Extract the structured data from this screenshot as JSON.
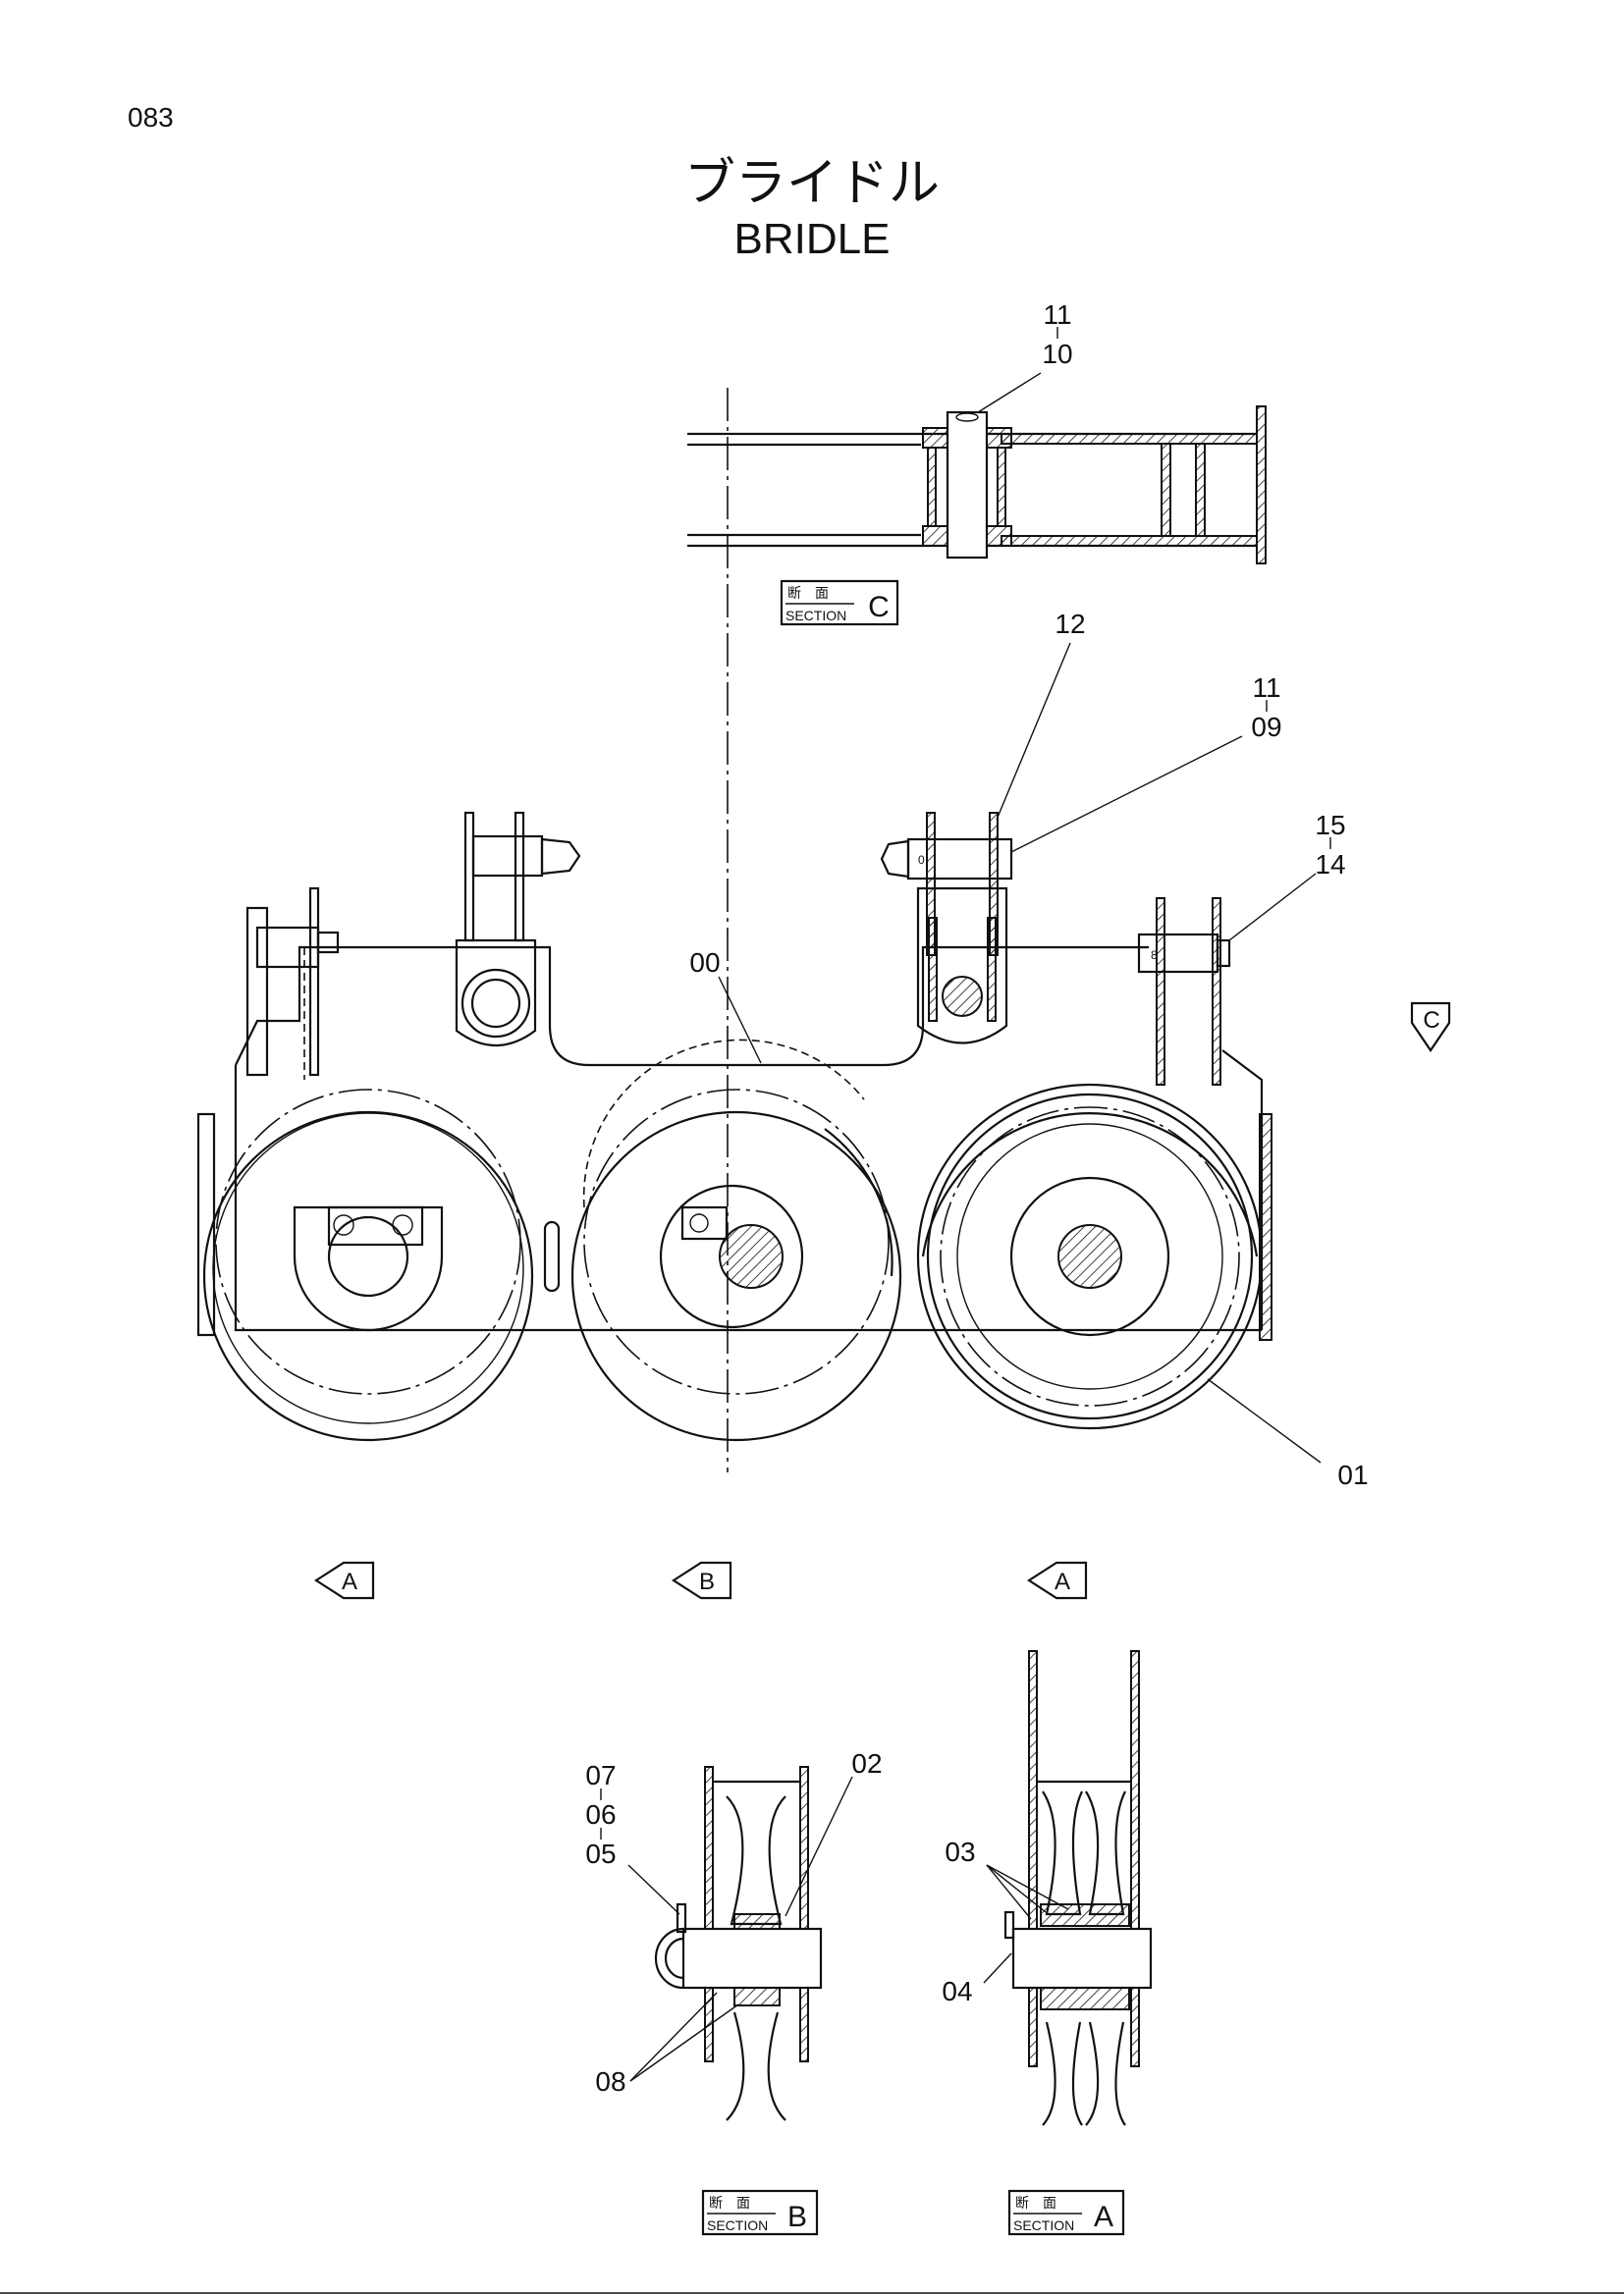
{
  "page_number": "083",
  "title_jp": "ブライドル",
  "title_en": "BRIDLE",
  "part_labels": {
    "p11_top": "11",
    "p10": "10",
    "p12": "12",
    "p11_mid": "11",
    "p09": "09",
    "p15": "15",
    "p14": "14",
    "p00": "00",
    "p01": "01",
    "p07": "07",
    "p06": "06",
    "p05": "05",
    "p02": "02",
    "p03": "03",
    "p04": "04",
    "p08": "08"
  },
  "section_tags": {
    "jp": "断　面",
    "en": "SECTION",
    "c": "C",
    "b": "B",
    "a": "A"
  },
  "view_markers": {
    "a_left": "A",
    "b": "B",
    "a_right": "A",
    "c": "C"
  }
}
